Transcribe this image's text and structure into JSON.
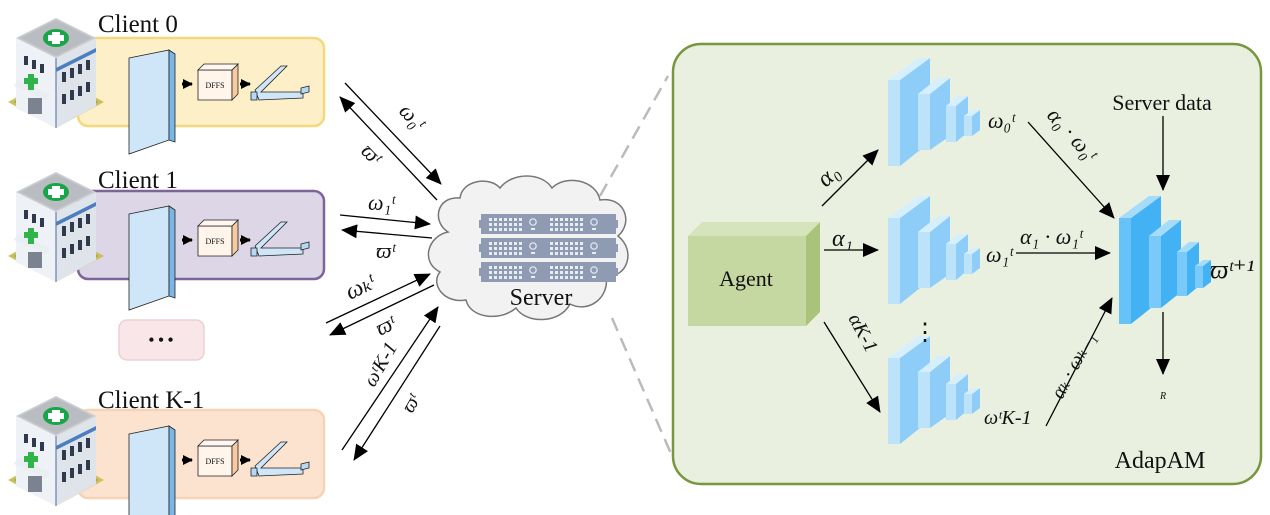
{
  "clients": [
    {
      "title": "Client 0",
      "module_label": "DFFS",
      "panel_fill": "#fdf0c8",
      "panel_stroke": "#f5d77e"
    },
    {
      "title": "Client 1",
      "module_label": "DFFS",
      "panel_fill": "#dcd6e6",
      "panel_stroke": "#7d649a"
    },
    {
      "title": "Client K-1",
      "module_label": "DFFS",
      "panel_fill": "#fbe3d0",
      "panel_stroke": "#f6d3b6"
    }
  ],
  "ellipsis": {
    "text": "• • •",
    "fill": "#f9e6e8",
    "stroke": "#eccfd3"
  },
  "server": {
    "label": "Server",
    "cloud_fill": "#f2f2f2",
    "rack_color": "#8e9bb3"
  },
  "links": {
    "up_0": "ω₀ᵗ",
    "down_0": "ϖᵗ",
    "up_1": "ω₁ᵗ",
    "down_1": "ϖᵗ",
    "up_k": "ωₖᵗ",
    "down_k": "ϖᵗ",
    "up_k1": "ωᵗK-1",
    "down_k1": "ϖᵗ"
  },
  "adapam": {
    "title": "AdapAM",
    "agent_label": "Agent",
    "server_data_label": "Server data",
    "panel_fill": "#eaf0df",
    "panel_stroke": "#76963f",
    "agent_color": "#c5d8a2",
    "model_color": "#8ecdf8",
    "global_model_color": "#4fb6f5",
    "alpha_labels": {
      "a0": "α₀",
      "a1": "α₁",
      "ak1": "αK-1"
    },
    "local_models": {
      "m0": "ω₀ᵗ",
      "m1": "ω₁ᵗ",
      "mk1": "ωᵗK-1"
    },
    "weighted": {
      "w0": "α₀ · ω₀ᵗ",
      "w1": "α₁ · ω₁ᵗ",
      "wk1": "αₖ · ωₖ₋₁"
    },
    "global_model": "ϖᵗ⁺¹",
    "reward_label": "R",
    "vdots": "⋮"
  }
}
